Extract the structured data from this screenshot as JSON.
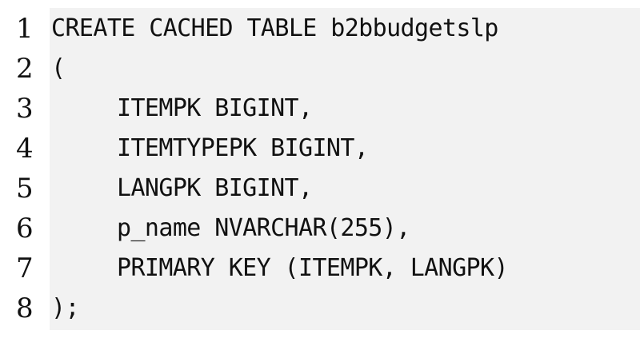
{
  "code": {
    "lines": [
      {
        "number": "1",
        "text": "CREATE CACHED TABLE b2bbudgetslp"
      },
      {
        "number": "2",
        "text": "("
      },
      {
        "number": "3",
        "text": "ITEMPK BIGINT,"
      },
      {
        "number": "4",
        "text": "ITEMTYPEPK BIGINT,"
      },
      {
        "number": "5",
        "text": "LANGPK BIGINT,"
      },
      {
        "number": "6",
        "text": "p_name NVARCHAR(255),"
      },
      {
        "number": "7",
        "text": "PRIMARY KEY (ITEMPK, LANGPK)"
      },
      {
        "number": "8",
        "text": ");"
      }
    ]
  },
  "colors": {
    "background": "#ffffff",
    "code_background": "#f2f2f2",
    "text": "#111111"
  }
}
